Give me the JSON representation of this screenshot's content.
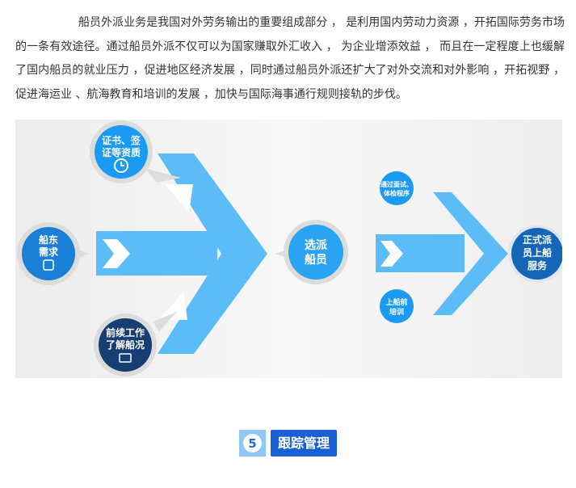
{
  "intro": "船员外派业务是我国对外劳务输出的重要组成部分 ， 是利用国内劳动力资源 ，开拓国际劳务市场的一条有效途径。通过船员外派不仅可以为国家赚取外汇收入 ， 为企业增添效益 ， 而且在一定程度上也缓解了国内船员的就业压力 ，促进地区经济发展 ，同时通过船员外派还扩大了对外交流和对外影响 ，开拓视野 ，促进海运业 、航海教育和培训的发展 ，加快与国际海事通行规则接轨的步伐。",
  "diagram": {
    "certificates": [
      "证书、签",
      "证等资质"
    ],
    "owner_demand": [
      "船东",
      "需求"
    ],
    "prior_work": [
      "前续工作",
      "了解船况"
    ],
    "select_crew": [
      "选派",
      "船员"
    ],
    "interview": [
      "通过面试、",
      "体检程序"
    ],
    "training": [
      "上船前",
      "培训"
    ],
    "dispatch": [
      "正式派",
      "员上船",
      "服务"
    ]
  },
  "section": {
    "number": "5",
    "title": "跟踪管理"
  }
}
